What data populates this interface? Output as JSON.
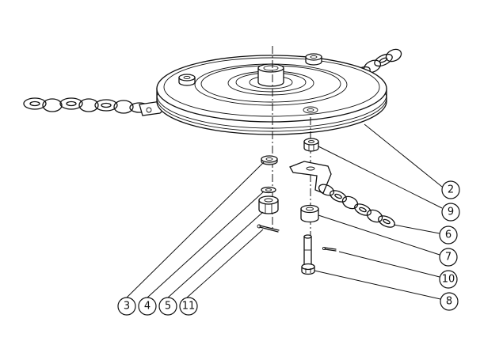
{
  "callouts": [
    {
      "id": "c2",
      "label": "2"
    },
    {
      "id": "c9",
      "label": "9"
    },
    {
      "id": "c6",
      "label": "6"
    },
    {
      "id": "c7",
      "label": "7"
    },
    {
      "id": "c10",
      "label": "10"
    },
    {
      "id": "c8",
      "label": "8"
    },
    {
      "id": "c3",
      "label": "3"
    },
    {
      "id": "c4",
      "label": "4"
    },
    {
      "id": "c5",
      "label": "5"
    },
    {
      "id": "c11",
      "label": "11"
    }
  ]
}
